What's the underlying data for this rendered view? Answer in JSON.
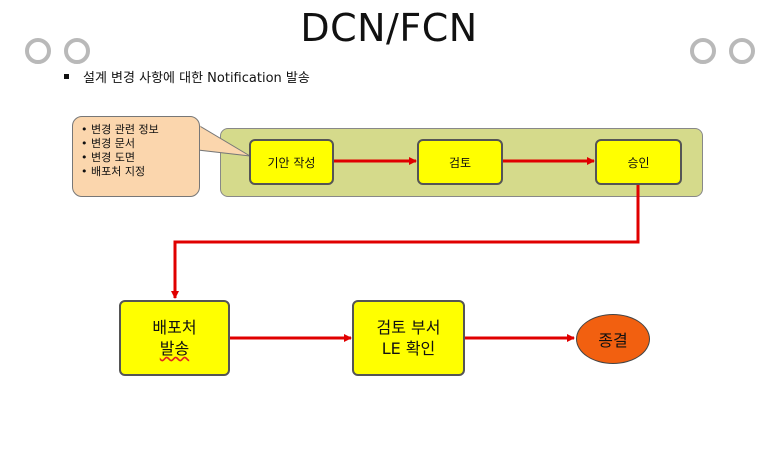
{
  "title": "DCN/FCN",
  "subtitle_bullet": "설계 변경 사항에 대한 Notification 발송",
  "callout": {
    "items": [
      "변경 관련 정보",
      "변경 문서",
      "변경 도면",
      "배포처 지정"
    ]
  },
  "process": {
    "draft": "기안 작성",
    "review": "검토",
    "approve": "승인",
    "distribute_line1": "배포처",
    "distribute_line2": "발송",
    "dept_review_line1": "검토 부서",
    "dept_review_line2": "LE 확인",
    "end": "종결"
  },
  "colors": {
    "box_fill": "#ffff00",
    "band_fill": "#d5da8b",
    "callout_fill": "#fbd6ad",
    "end_fill": "#f26010",
    "arrow": "#e00000",
    "ring": "#b9b9b9"
  }
}
